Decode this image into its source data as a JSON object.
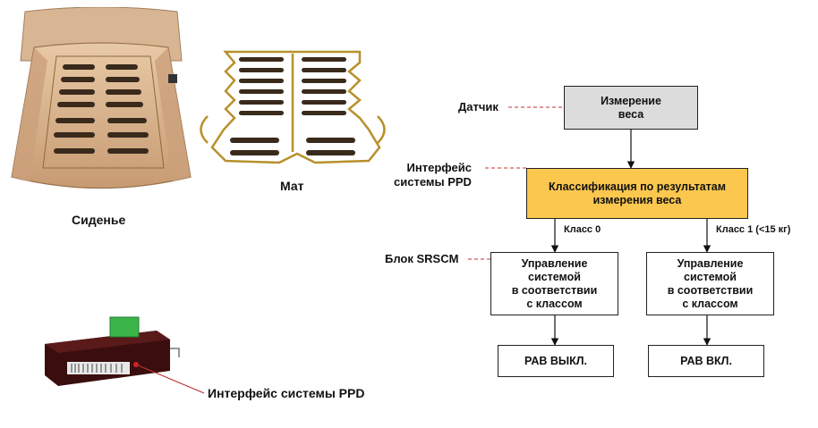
{
  "images": {
    "seat_caption": "Сиденье",
    "mat_caption": "Мат",
    "module_caption": "Интерфейс системы PPD"
  },
  "flow": {
    "sensor_label": "Датчик",
    "ppd_interface_label": "Интерфейс\nсистемы PPD",
    "srscm_label": "Блок SRSCM",
    "box_weight": "Измерение\nвеса",
    "box_classify": "Классификация по результатам\nизмерения веса",
    "class0_label": "Класс 0",
    "class1_label": "Класс 1 (<15 кг)",
    "control_left": "Управление\nсистемой\nв соответствии\nс классом",
    "control_right": "Управление\nсистемой\nв соответствии\nс классом",
    "pab_off": "PAB ВЫКЛ.",
    "pab_on": "PAB ВКЛ."
  },
  "colors": {
    "seat": "#d8b08a",
    "mat_wire": "#b8902c",
    "sensor": "#3a2a1c",
    "module_body": "#3a0e0e",
    "module_connector": "#3bb54a",
    "box_grey": "#dcdcdc",
    "box_orange": "#fbc74f",
    "leader": "#c03030"
  }
}
